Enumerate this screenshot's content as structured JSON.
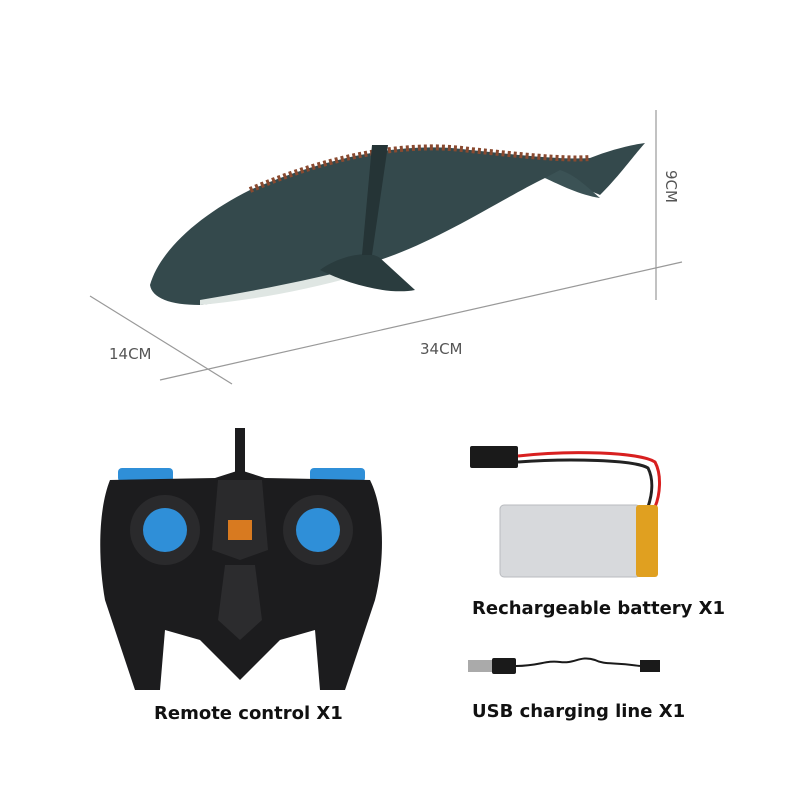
{
  "dimensions": {
    "depth": "14CM",
    "length": "34CM",
    "height": "9CM"
  },
  "items": [
    {
      "label": "Remote control X1"
    },
    {
      "label": "Rechargeable battery X1"
    },
    {
      "label": "USB charging line X1"
    }
  ],
  "colors": {
    "body": "#2f4548",
    "remote": "#1c1c1e",
    "joystick": "#2f8fd8",
    "battery_tab": "#e0a020",
    "wire_red": "#d82020"
  }
}
